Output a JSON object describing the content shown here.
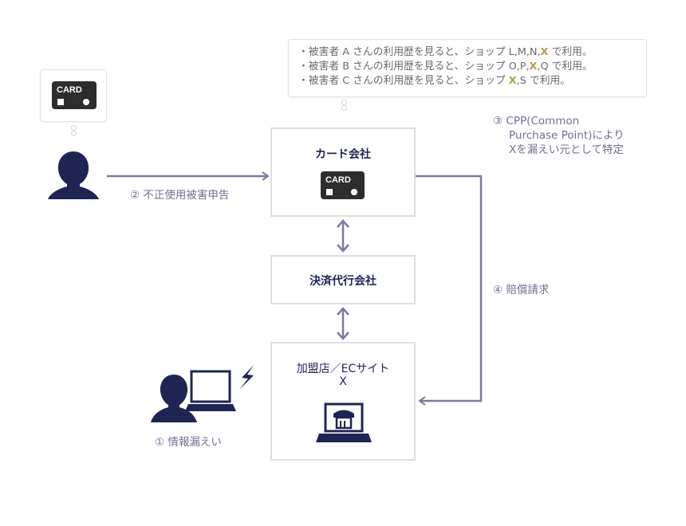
{
  "colors": {
    "navy": "#1f2553",
    "arrow": "#7a7c9e",
    "label": "#6f7196",
    "highlight": "#b59a4e",
    "card": "#2d2d2d",
    "box_border": "#dedede"
  },
  "bubble_top": {
    "lines": [
      {
        "prefix": "・被害者 A さんの利用歴を見ると、ショップ L,M,N,",
        "hl": "X",
        "suffix": " で利用。"
      },
      {
        "prefix": "・被害者 B さんの利用歴を見ると、ショップ O,P,",
        "hl": "X",
        "suffix": ",Q で利用。"
      },
      {
        "prefix": "・被害者 C さんの利用歴を見ると、ショップ ",
        "hl": "X",
        "suffix": ",S で利用。"
      }
    ]
  },
  "card_label": "CARD",
  "nodes": {
    "card_company": "カード会社",
    "payment_agent": "決済代行会社",
    "merchant_line1": "加盟店／ECサイト",
    "merchant_line2": "X"
  },
  "steps": {
    "step1": "① 情報漏えい",
    "step2": "② 不正使用被害申告",
    "step3_line1": "③ CPP(Common",
    "step3_line2": "Purchase Point)により",
    "step3_line3": "Xを漏えい元として特定",
    "step4": "④ 賠償請求"
  },
  "icons": {
    "victim": "person-icon",
    "card": "credit-card-icon",
    "attacker": "person-with-laptop-icon",
    "lightning": "lightning-icon",
    "store": "laptop-store-icon"
  }
}
